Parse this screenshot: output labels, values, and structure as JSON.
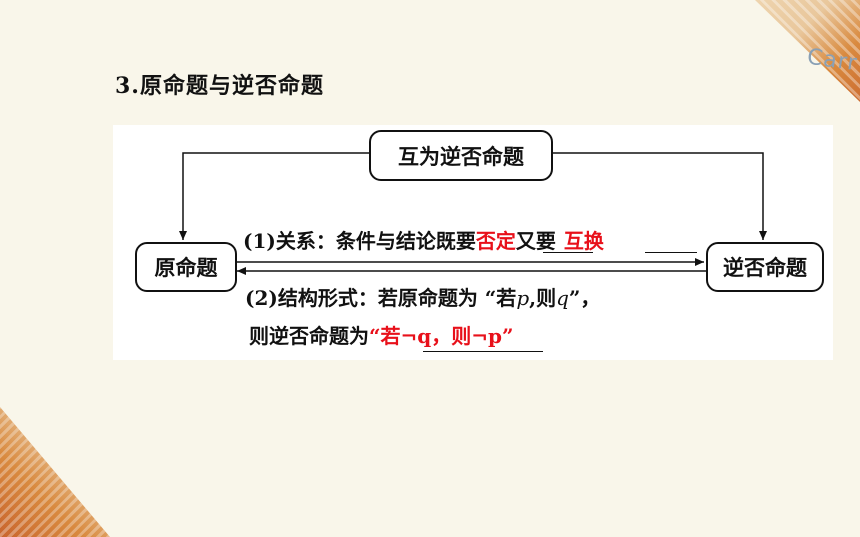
{
  "heading": "3.原命题与逆否命题",
  "decor": {
    "corner_text": "Carr"
  },
  "diagram": {
    "top_box": "互为逆否命题",
    "left_box": "原命题",
    "right_box": "逆否命题",
    "relation_prefix": "(1)关系：条件与结论既要",
    "relation_answer1": "否定",
    "relation_middle": "又要",
    "relation_answer2": "互换",
    "structure_prefix": "(2)结构形式：若原命题为 “若",
    "p_var": "p",
    "structure_comma": ",则",
    "q_var": "q",
    "structure_close": "”，",
    "structure_line2_prefix": "则逆否命题为",
    "structure_answer": "“若¬q，则¬p”"
  },
  "colors": {
    "answer": "#e8101a",
    "background": "#f9f6ea",
    "accent": "#c9652d"
  }
}
